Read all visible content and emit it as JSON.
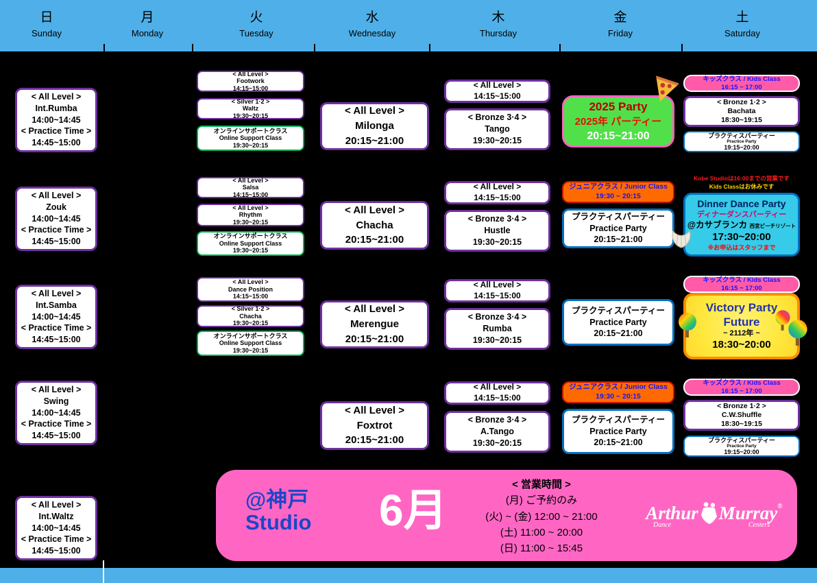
{
  "colors": {
    "header_bar": "#4FAFE8",
    "background": "#000000",
    "card_border_purple": "#7030A0",
    "card_border_green": "#00B050",
    "card_border_blue": "#0070C0",
    "kids_pink": "#FF5BA8",
    "junior_orange": "#FF6A00",
    "party_green": "#52E04A",
    "dinner_cyan": "#36CBE8",
    "victory_yellow": "#FFE83D",
    "footer_pink": "#FF66C4"
  },
  "header": {
    "days": [
      {
        "jp": "日",
        "en": "Sunday"
      },
      {
        "jp": "月",
        "en": "Monday"
      },
      {
        "jp": "火",
        "en": "Tuesday"
      },
      {
        "jp": "水",
        "en": "Wednesday"
      },
      {
        "jp": "木",
        "en": "Thursday"
      },
      {
        "jp": "金",
        "en": "Friday"
      },
      {
        "jp": "土",
        "en": "Saturday"
      }
    ]
  },
  "sunday": {
    "cards": [
      {
        "lines": [
          "< All Level >",
          "Int.Rumba",
          "14:00~14:45",
          "< Practice Time >",
          "14:45~15:00"
        ]
      },
      {
        "lines": [
          "< All Level >",
          "Zouk",
          "14:00~14:45",
          "< Practice Time >",
          "14:45~15:00"
        ]
      },
      {
        "lines": [
          "< All Level >",
          "Int.Samba",
          "14:00~14:45",
          "< Practice Time >",
          "14:45~15:00"
        ]
      },
      {
        "lines": [
          "< All Level >",
          "Swing",
          "14:00~14:45",
          "< Practice Time >",
          "14:45~15:00"
        ]
      },
      {
        "lines": [
          "< All Level >",
          "Int.Waltz",
          "14:00~14:45",
          "< Practice Time >",
          "14:45~15:00"
        ]
      }
    ]
  },
  "tuesday": {
    "cards": [
      {
        "lines": [
          "< All Level >",
          "Footwork",
          "14:15~15:00"
        ]
      },
      {
        "lines": [
          "< Silver 1·2 >",
          "Waltz",
          "19:30~20:15"
        ]
      },
      {
        "lines": [
          "オンラインサポートクラス",
          "Online Support Class",
          "19:30~20:15"
        ]
      },
      {
        "lines": [
          "< All Level >",
          "Salsa",
          "14:15~15:00"
        ]
      },
      {
        "lines": [
          "< All Level >",
          "Rhythm",
          "19:30~20:15"
        ]
      },
      {
        "lines": [
          "オンラインサポートクラス",
          "Online Support Class",
          "19:30~20:15"
        ]
      },
      {
        "lines": [
          "< All Level >",
          "Dance Position",
          "14:15~15:00"
        ]
      },
      {
        "lines": [
          "< Silver 1·2 >",
          "Chacha",
          "19:30~20:15"
        ]
      },
      {
        "lines": [
          "オンラインサポートクラス",
          "Online Support Class",
          "19:30~20:15"
        ]
      }
    ]
  },
  "wednesday": {
    "cards": [
      {
        "lines": [
          "< All Level >",
          "Milonga",
          "20:15~21:00"
        ]
      },
      {
        "lines": [
          "< All Level >",
          "Chacha",
          "20:15~21:00"
        ]
      },
      {
        "lines": [
          "< All Level >",
          "Merengue",
          "20:15~21:00"
        ]
      },
      {
        "lines": [
          "< All Level >",
          "Foxtrot",
          "20:15~21:00"
        ]
      }
    ]
  },
  "thursday": {
    "cards": [
      {
        "lines": [
          "< All Level >",
          "14:15~15:00"
        ]
      },
      {
        "lines": [
          "< Bronze 3·4 >",
          "Tango",
          "19:30~20:15"
        ]
      },
      {
        "lines": [
          "< All Level >",
          "14:15~15:00"
        ]
      },
      {
        "lines": [
          "< Bronze 3·4 >",
          "Hustle",
          "19:30~20:15"
        ]
      },
      {
        "lines": [
          "< All Level >",
          "14:15~15:00"
        ]
      },
      {
        "lines": [
          "< Bronze 3·4 >",
          "Rumba",
          "19:30~20:15"
        ]
      },
      {
        "lines": [
          "< All Level >",
          "14:15~15:00"
        ]
      },
      {
        "lines": [
          "< Bronze 3·4 >",
          "A.Tango",
          "19:30~20:15"
        ]
      }
    ]
  },
  "friday": {
    "party": {
      "title": "2025 Party",
      "title_jp": "2025年 パーティー",
      "time": "20:15~21:00"
    },
    "junior": {
      "title": "ジュニアクラス / Junior Class",
      "time": "19:30 ~ 20:15"
    },
    "practice": {
      "jp": "プラクティスパーティー",
      "en": "Practice Party",
      "time": "20:15~21:00"
    }
  },
  "saturday": {
    "kids": {
      "title": "キッズクラス / Kids Class",
      "time": "16:15 ~ 17:00"
    },
    "bachata": {
      "lines": [
        "< Bronze 1·2 >",
        "Bachata",
        "18:30~19:15"
      ]
    },
    "practice": {
      "jp": "プラクティスパーティー",
      "en": "Practice Party",
      "time": "19:15~20:00"
    },
    "notice": {
      "line1": "Kobe Studioは16:00までの営業です",
      "line2": "Kids Classはお休みです"
    },
    "dinner": {
      "title": "Dinner Dance Party",
      "jp": "ディナーダンスパーティー",
      "venue": "@カサブランカ",
      "venue_sub": "西宮ビーチリゾート",
      "time": "17:30~20:00",
      "note": "※お申込はスタッフまで"
    },
    "victory": {
      "line1": "Victory Party",
      "line2": "Future",
      "line3": "~ 2112年 ~",
      "time": "18:30~20:00"
    },
    "shuffle": {
      "lines": [
        "< Bronze 1·2 >",
        "C.W.Shuffle",
        "18:30~19:15"
      ]
    }
  },
  "footer": {
    "studio1": "@神戸",
    "studio2": "Studio",
    "month": "6月",
    "hours_title": "< 営業時間 >",
    "hours": [
      "(月)  ご予約のみ",
      "(火) ~ (金)  12:00 ~ 21:00",
      "(土)  11:00 ~ 20:00",
      "(日)  11:00 ~ 15:45"
    ],
    "logo": {
      "word1": "Arthur",
      "word2": "Murray",
      "reg": "®",
      "sub1": "Dance",
      "sub2": "Centers"
    }
  }
}
